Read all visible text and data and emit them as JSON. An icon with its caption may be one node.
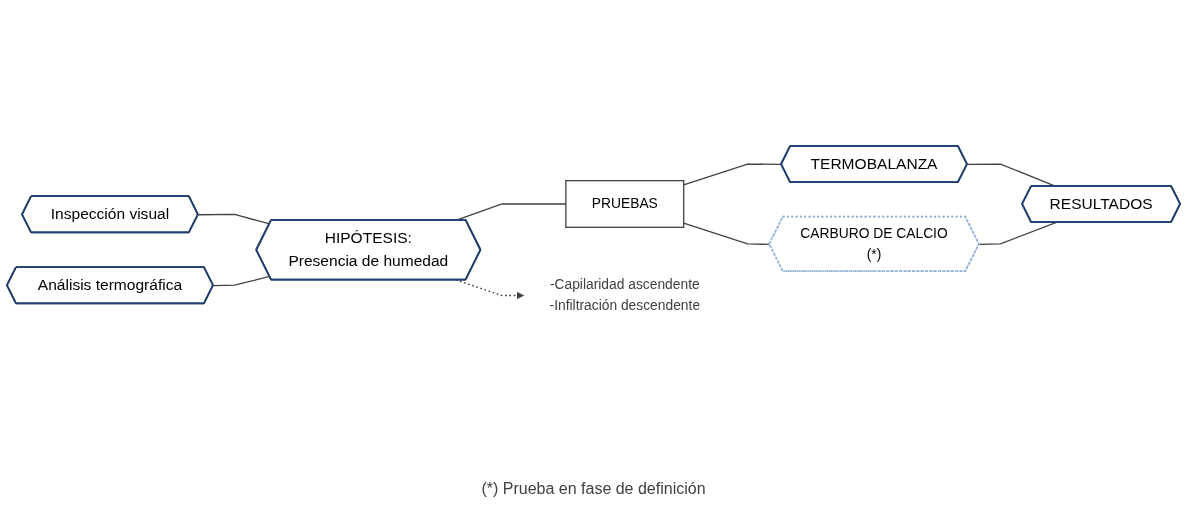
{
  "diagram": {
    "nodes": [
      {
        "text": [
          "Inspección visual"
        ]
      },
      {
        "text": [
          "Análisis termográfica"
        ]
      },
      {
        "text": [
          "HIPÓTESIS:",
          "Presencia de humedad"
        ]
      },
      {
        "text": [
          "PRUEBAS"
        ]
      },
      {
        "text": [
          "TERMOBALANZA"
        ]
      },
      {
        "text": [
          "CARBURO DE CALCIO",
          "(*)"
        ]
      },
      {
        "text": [
          "RESULTADOS"
        ]
      },
      {
        "text": [
          "-Capilaridad ascendente",
          "-Infiltración descendente"
        ]
      }
    ],
    "edges": [
      {
        "from": 0,
        "to": 2,
        "arrow": "none"
      },
      {
        "from": 1,
        "to": 2,
        "arrow": "none"
      },
      {
        "from": 2,
        "to": 3,
        "arrow": "none"
      },
      {
        "from": 3,
        "to": 4,
        "arrow": "none"
      },
      {
        "from": 3,
        "to": 5,
        "arrow": "none"
      },
      {
        "from": 4,
        "to": 6,
        "arrow": "none"
      },
      {
        "from": 5,
        "to": 6,
        "arrow": "none"
      },
      {
        "from": 2,
        "to": 7,
        "arrow": "to",
        "style": "dashed"
      }
    ],
    "labels": [
      "(*) Prueba en fase de definición"
    ]
  }
}
